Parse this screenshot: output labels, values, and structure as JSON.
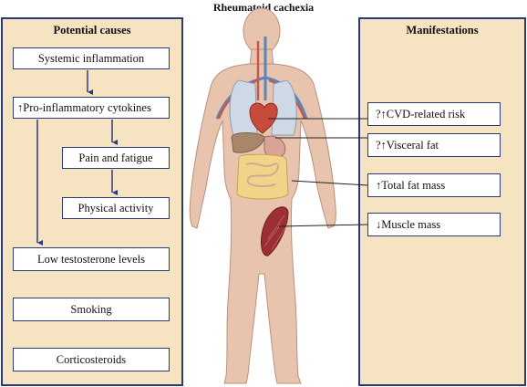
{
  "title": "Rheumatoid cachexia",
  "causes": {
    "heading": "Potential causes",
    "items": [
      "Systemic inflammation",
      "↑Pro-inflammatory cytokines",
      "Pain and fatigue",
      "Physical activity",
      "Low testosterone levels",
      "Smoking",
      "Corticosteroids"
    ]
  },
  "manifestations": {
    "heading": "Manifestations",
    "items": [
      "?↑CVD-related risk",
      "?↑Visceral fat",
      "↑Total fat mass",
      "↓Muscle mass"
    ]
  },
  "colors": {
    "panel": "#f5e3c2",
    "border": "#2b3a7a",
    "body": "#e8c3ad",
    "heart": "#c84a3a",
    "muscle": "#9b2f34"
  }
}
